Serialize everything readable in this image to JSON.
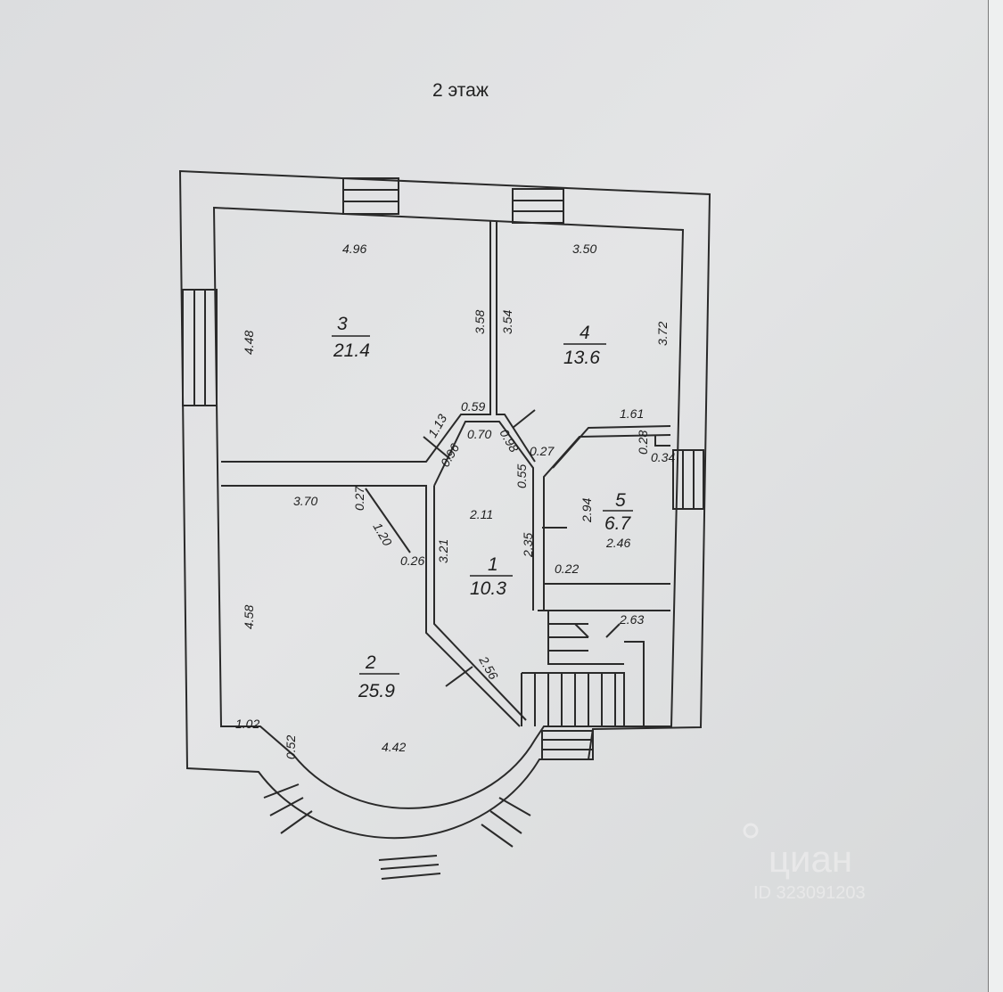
{
  "title": "2 этаж",
  "rooms": [
    {
      "number": "1",
      "area": "10.3"
    },
    {
      "number": "2",
      "area": "25.9"
    },
    {
      "number": "3",
      "area": "21.4"
    },
    {
      "number": "4",
      "area": "13.6"
    },
    {
      "number": "5",
      "area": "6.7"
    }
  ],
  "dimensions": {
    "r3_top": "4.96",
    "r3_left": "4.48",
    "r3_right": "3.58",
    "r4_top": "3.50",
    "r4_left": "3.54",
    "r4_right": "3.72",
    "d059": "0.59",
    "d113": "1.13",
    "d070": "0.70",
    "d096": "0.96",
    "d098": "0.98",
    "d027a": "0.27",
    "d055": "0.55",
    "d161": "1.61",
    "d028": "0.28",
    "d034": "0.34",
    "r1_top": "2.11",
    "r1_left": "3.21",
    "r1_right": "2.35",
    "r5_left": "2.94",
    "r5_bottom": "2.46",
    "d022": "0.22",
    "r2_top": "3.70",
    "d027b": "0.27",
    "d120": "1.20",
    "d026": "0.26",
    "r2_left": "4.58",
    "d256": "2.56",
    "d102": "1.02",
    "d052": "0.52",
    "r2_bottom": "4.42",
    "stairs": "2.63"
  },
  "watermark": {
    "brand": "циан",
    "id": "ID 323091203"
  }
}
